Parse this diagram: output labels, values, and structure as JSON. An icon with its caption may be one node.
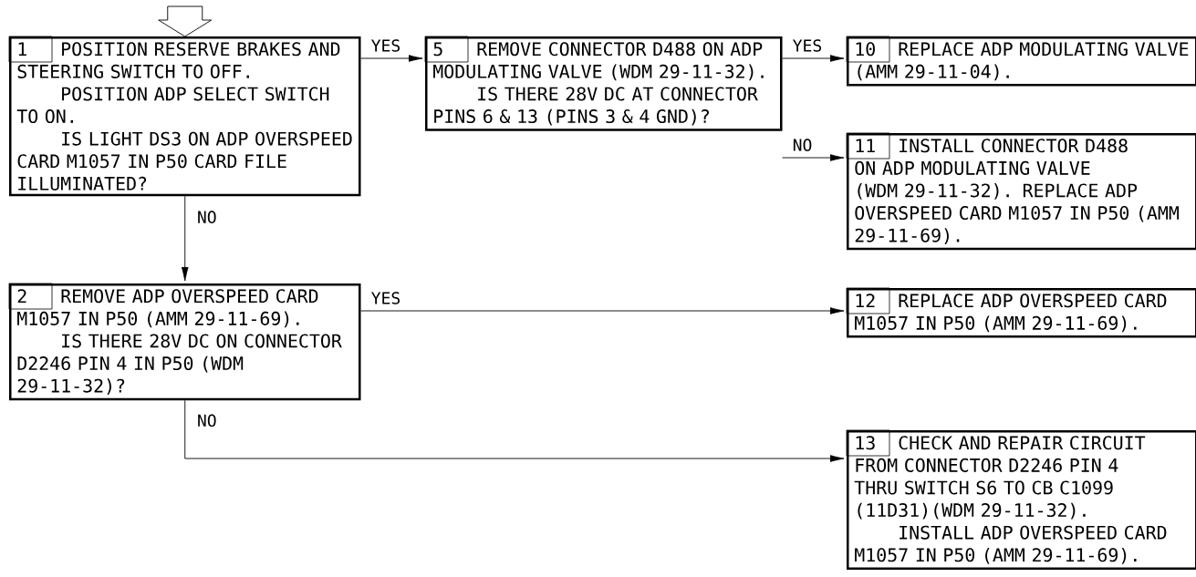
{
  "diagram": {
    "nodes": [
      {
        "text": [
          "1",
          "POSITION RESERVE BRAKES AND STEERING SWITCH TO OFF.",
          "POSITION ADP SELECT SWITCH TO ON.",
          "IS LIGHT DS3 ON ADP OVERSPEED CARD M1057 IN P50 CARD FILE ILLUMINATED?"
        ]
      },
      {
        "text": [
          "2",
          "REMOVE ADP OVERSPEED CARD M1057 IN P50 (AMM 29-11-69).",
          "IS THERE 28V DC ON CONNECTOR D2246 PIN 4 IN P50 (WDM 29-11-32)?"
        ]
      },
      {
        "text": [
          "5",
          "REMOVE CONNECTOR D488 ON ADP MODULATING VALVE (WDM 29-11-32).",
          "IS THERE 28V DC AT CONNECTOR PINS 6 & 13 (PINS 3 & 4 GND)?"
        ]
      },
      {
        "text": [
          "10",
          "REPLACE ADP MODULATING VALVE (AMM 29-11-04)."
        ]
      },
      {
        "text": [
          "11",
          "INSTALL CONNECTOR D488 ON ADP MODULATING VALVE (WDM 29-11-32). REPLACE ADP OVERSPEED CARD M1057 IN P50 (AMM 29-11-69)."
        ]
      },
      {
        "text": [
          "12",
          "REPLACE ADP OVERSPEED CARD M1057 IN P50 (AMM 29-11-69)."
        ]
      },
      {
        "text": [
          "13",
          "CHECK AND REPAIR CIRCUIT FROM CONNECTOR D2246 PIN 4 THRU SWITCH S6 TO CB C1099 (11D31)(WDM 29-11-32).",
          "INSTALL ADP OVERSPEED CARD M1057 IN P50 (AMM 29-11-69)."
        ]
      }
    ],
    "edges": [
      {
        "from": null,
        "to": 0,
        "arrow": "to"
      },
      {
        "from": 0,
        "to": 2,
        "arrow": "to",
        "label": "YES"
      },
      {
        "from": 0,
        "to": 1,
        "arrow": "to",
        "label": "NO"
      },
      {
        "from": 2,
        "to": 3,
        "arrow": "to",
        "label": "YES"
      },
      {
        "from": 2,
        "to": 4,
        "arrow": "to",
        "label": "NO"
      },
      {
        "from": 1,
        "to": 5,
        "arrow": "to",
        "label": "YES"
      },
      {
        "from": 1,
        "to": 6,
        "arrow": "to",
        "label": "NO"
      }
    ]
  }
}
